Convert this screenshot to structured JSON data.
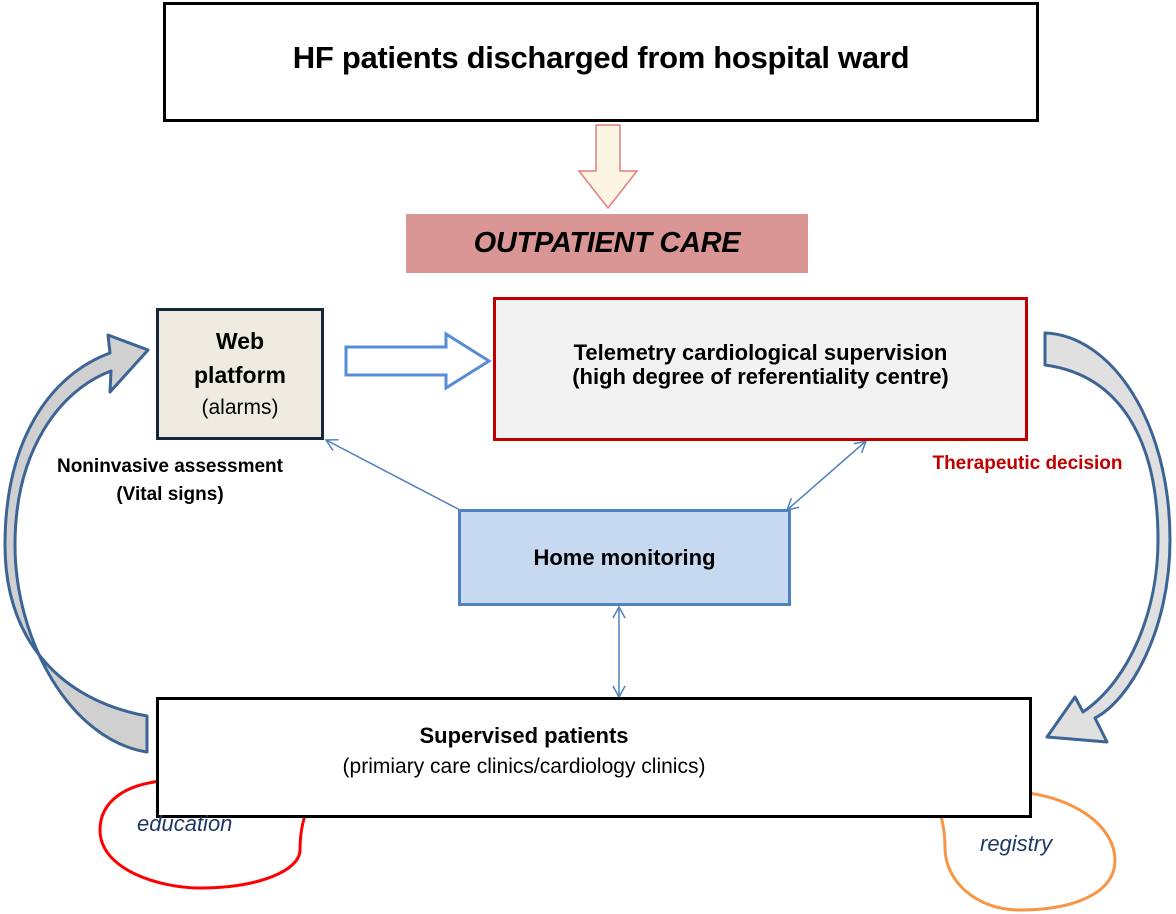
{
  "diagram": {
    "title_box": {
      "label": "HF patients discharged from hospital ward"
    },
    "section_box": {
      "label": "OUTPATIENT CARE"
    },
    "web_platform": {
      "title_line1": "Web",
      "title_line2": "platform",
      "subtitle": "(alarms)"
    },
    "telemetry": {
      "line1": "Telemetry cardiological supervision",
      "line2": "(high degree of referentiality centre)"
    },
    "home_monitoring": {
      "label": "Home monitoring"
    },
    "supervised_patients": {
      "title": "Supervised patients",
      "subtitle": "(primiary care clinics/cardiology clinics)"
    },
    "labels": {
      "noninvasive_line1": "Noninvasive assessment",
      "noninvasive_line2": "(Vital signs)",
      "therapeutic": "Therapeutic decision"
    },
    "callouts": {
      "education": "education",
      "registry": "registry"
    },
    "colors": {
      "outpatient_fill": "#d99694",
      "web_fill": "#eeece1",
      "telemetry_border": "#c00000",
      "home_fill": "#c6d9f1",
      "home_border": "#4f81bd",
      "arrow_stroke": "#4a6fa0",
      "education_stroke": "#ff0000",
      "registry_stroke": "#f79646"
    }
  }
}
